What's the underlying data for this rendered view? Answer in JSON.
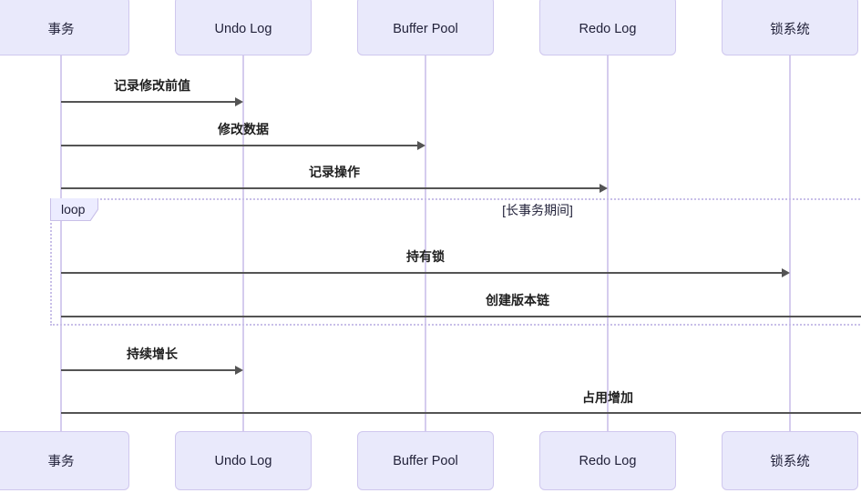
{
  "diagram": {
    "type": "sequence-diagram",
    "participants": [
      {
        "name": "事务"
      },
      {
        "name": "Undo Log"
      },
      {
        "name": "Buffer Pool"
      },
      {
        "name": "Redo Log"
      },
      {
        "name": "锁系统"
      }
    ],
    "messages": [
      {
        "label": "记录修改前值",
        "from": "事务",
        "to": "Undo Log"
      },
      {
        "label": "修改数据",
        "from": "事务",
        "to": "Buffer Pool"
      },
      {
        "label": "记录操作",
        "from": "事务",
        "to": "Redo Log"
      },
      {
        "label": "持有锁",
        "from": "事务",
        "to": "锁系统"
      },
      {
        "label": "创建版本链",
        "from": "事务",
        "to": "",
        "cropped_right": true
      },
      {
        "label": "持续增长",
        "from": "事务",
        "to": "Undo Log"
      },
      {
        "label": "占用增加",
        "from": "事务",
        "to": "",
        "cropped_right": true
      }
    ],
    "loop": {
      "label": "loop",
      "condition": "[长事务期间]"
    },
    "colors": {
      "actor_fill": "#E9E9FB",
      "actor_border": "#CFC7EE",
      "lifeline": "#D5CCEE",
      "message_line": "#545454",
      "loop_border": "#C8BFE8",
      "loop_tag_fill": "#ECECFF",
      "text": "#1F1F1F"
    }
  }
}
